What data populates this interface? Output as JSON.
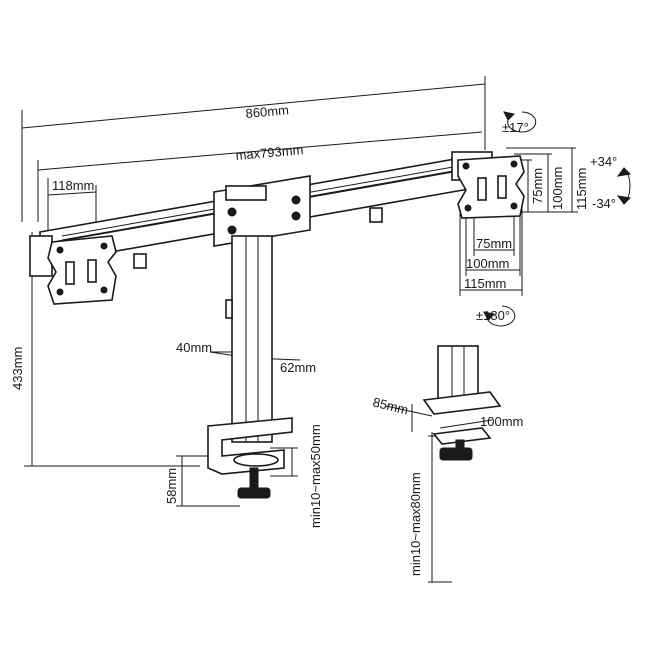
{
  "dimensions": {
    "total_width": "860mm",
    "max_width": "max793mm",
    "vesa_offset": "118mm",
    "total_height": "433mm",
    "pole_depth": "40mm",
    "pole_width": "62mm",
    "clamp_height": "58mm",
    "clamp_range": "min10~max50mm",
    "grommet_depth": "85mm",
    "grommet_width": "100mm",
    "grommet_range": "min10~max80mm",
    "vesa_75_h": "75mm",
    "vesa_100_h": "100mm",
    "vesa_115_h": "115mm",
    "vesa_75_v": "75mm",
    "vesa_100_v": "100mm",
    "vesa_115_v": "115mm"
  },
  "rotations": {
    "swivel": "±17°",
    "tilt_up": "+34°",
    "tilt_down": "-34°",
    "rotate": "±180°"
  }
}
